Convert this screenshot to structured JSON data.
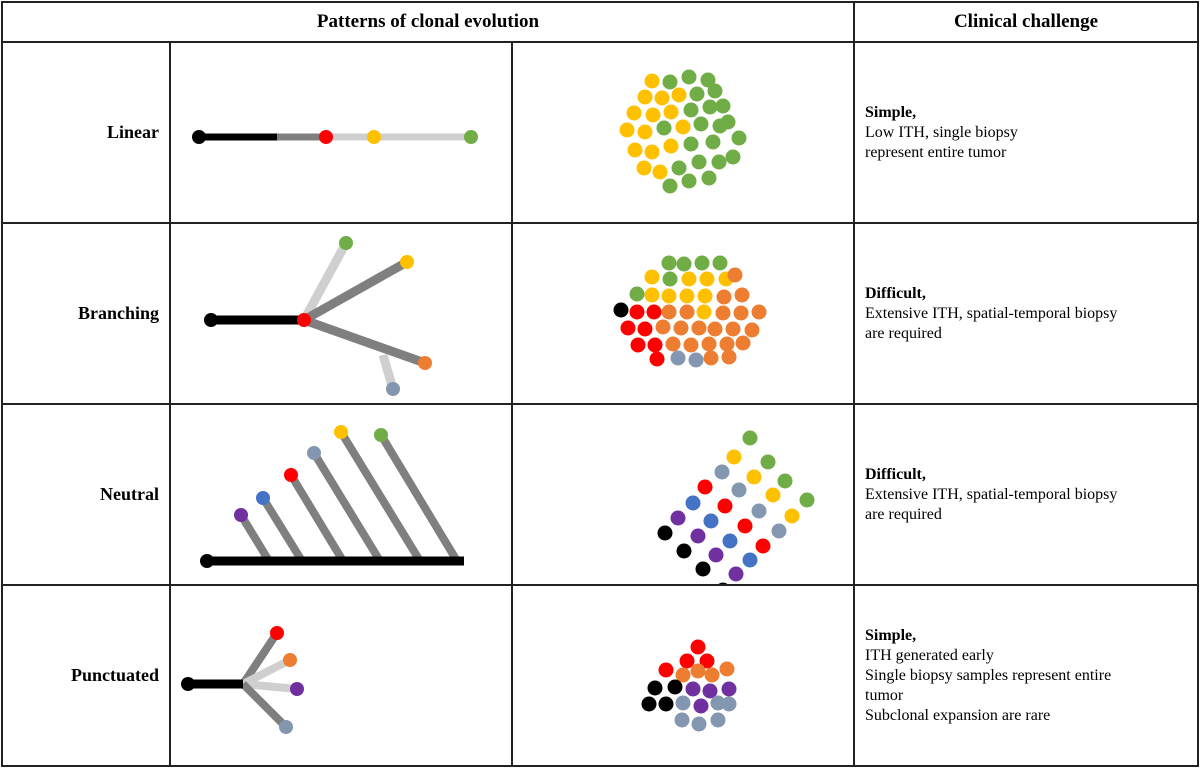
{
  "header": {
    "patterns": "Patterns of clonal evolution",
    "challenge": "Clinical challenge"
  },
  "colors": {
    "black": "#000000",
    "dark_gray": "#7f7f7f",
    "light_gray": "#cfcfcf",
    "red": "#ff0000",
    "yellow": "#ffc000",
    "green": "#70ad47",
    "orange": "#ed7d31",
    "blue_gray": "#8497b0",
    "blue": "#4472c4",
    "purple": "#7030a0"
  },
  "rows": [
    {
      "label": "Linear",
      "challenge": {
        "title": "Simple,",
        "lines": [
          "Low ITH, single biopsy",
          "represent entire tumor"
        ]
      }
    },
    {
      "label": "Branching",
      "challenge": {
        "title": "Difficult,",
        "lines": [
          "Extensive ITH, spatial-temporal biopsy",
          "are required"
        ]
      }
    },
    {
      "label": "Neutral",
      "challenge": {
        "title": "Difficult,",
        "lines": [
          "Extensive ITH, spatial-temporal biopsy",
          "are required"
        ]
      }
    },
    {
      "label": "Punctuated",
      "challenge": {
        "title": "Simple,",
        "lines": [
          "ITH generated early",
          "Single biopsy samples represent entire",
          "tumor",
          "Subclonal expansion are rare"
        ]
      }
    }
  ]
}
